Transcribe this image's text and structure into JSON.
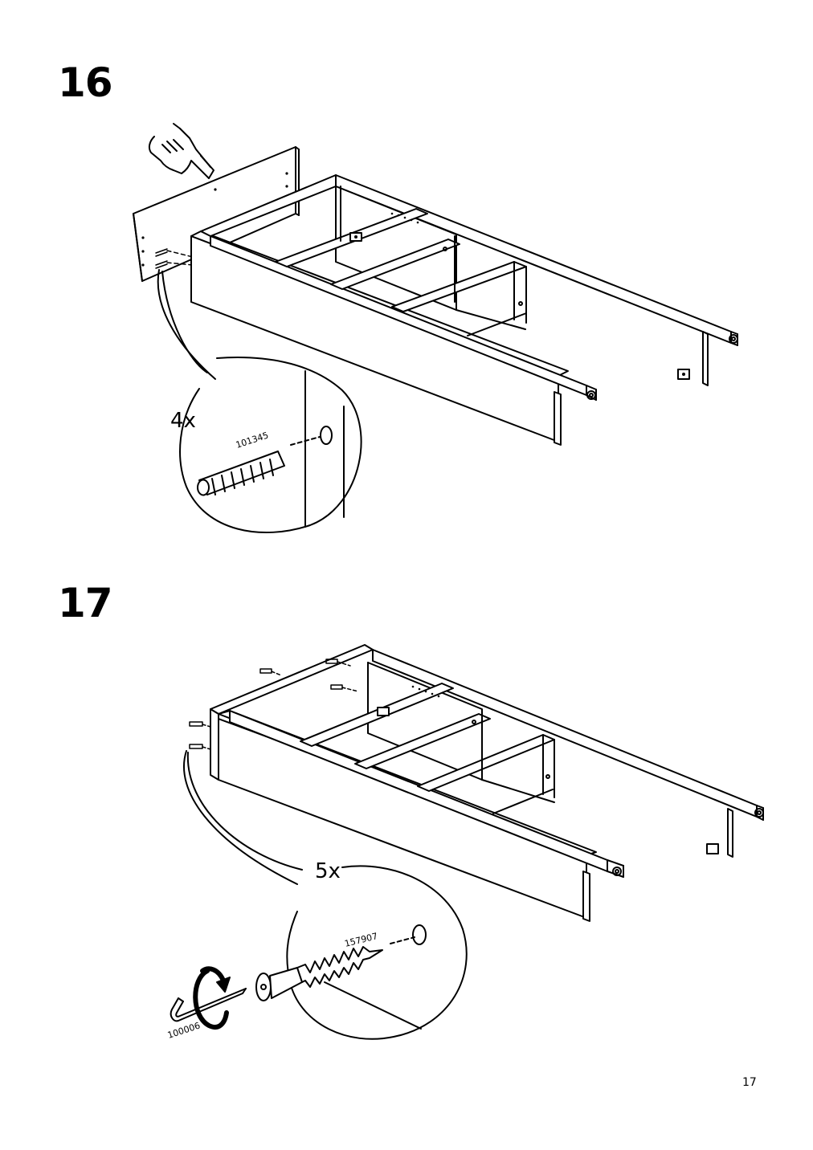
{
  "steps": [
    {
      "number": "16",
      "callout": {
        "quantity": "4x",
        "part_number": "101345",
        "part": "wooden-dowel"
      },
      "icons": [
        "pointing-hand-icon",
        "dowel-icon"
      ]
    },
    {
      "number": "17",
      "callout": {
        "quantity": "5x",
        "part_number": "157907",
        "part": "screw"
      },
      "tool": {
        "part_number": "100006",
        "part": "allen-key"
      },
      "icons": [
        "screw-icon",
        "allen-key-icon",
        "rotate-arrow-icon"
      ]
    }
  ],
  "page_number": "17"
}
